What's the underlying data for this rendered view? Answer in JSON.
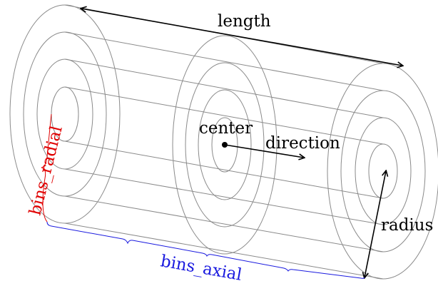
{
  "labels": {
    "length": "length",
    "center": "center",
    "direction": "direction",
    "radius": "radius",
    "bins_radial": "bins_radial",
    "bins_axial": "bins_axial"
  },
  "colors": {
    "rings": "#8a8a8a",
    "axes": "#000000",
    "radial_bins": "#e00000",
    "axial_bins": "#1a1adf"
  },
  "radial_bin_count": 4,
  "axial_bin_count": 3
}
